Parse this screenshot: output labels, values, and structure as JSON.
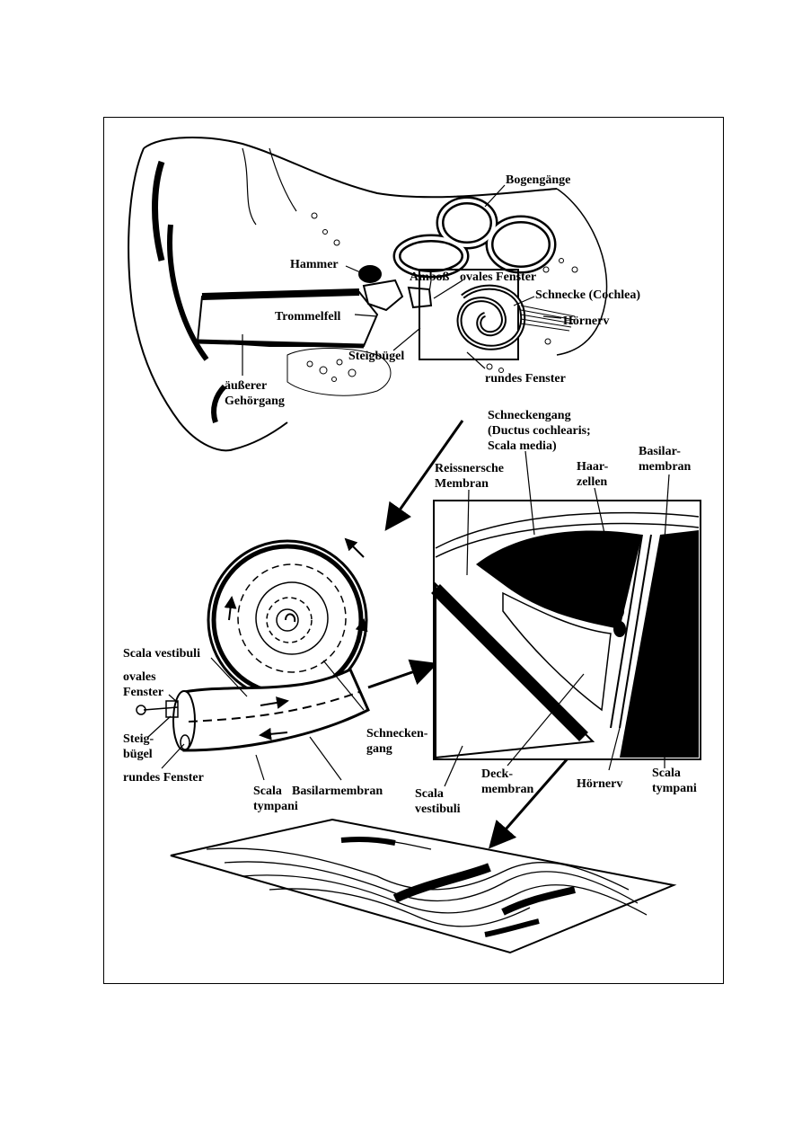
{
  "labels": {
    "bogengaenge": "Bogengänge",
    "hammer": "Hammer",
    "amboss": "Amboß",
    "ovales_fenster_top": "ovales Fenster",
    "schnecke": "Schnecke (Cochlea)",
    "trommelfell": "Trommelfell",
    "hoernerv_top": "Hörnerv",
    "steigbuegel_top": "Steigbügel",
    "aeusserer_1": "äußerer",
    "aeusserer_2": "Gehörgang",
    "rundes_fenster_top": "rundes Fenster",
    "schneckengang_1": "Schneckengang",
    "schneckengang_2": "(Ductus cochlearis;",
    "schneckengang_3": "Scala media)",
    "reissner_1": "Reissnersche",
    "reissner_2": "Membran",
    "haar_1": "Haar-",
    "haar_2": "zellen",
    "basilar_1": "Basilar-",
    "basilar_2": "membran",
    "scala_vestibuli_left": "Scala vestibuli",
    "ovales_fenster_1": "ovales",
    "ovales_fenster_2": "Fenster",
    "steig_1": "Steig-",
    "steig_2": "bügel",
    "rundes_fenster_bottom": "rundes Fenster",
    "scala_tympani_left_1": "Scala",
    "scala_tympani_left_2": "tympani",
    "basilarmembran_bottom": "Basilarmembran",
    "schneckengang_short_1": "Schnecken-",
    "schneckengang_short_2": "gang",
    "scala_vestibuli_right_1": "Scala",
    "scala_vestibuli_right_2": "vestibuli",
    "deck_1": "Deck-",
    "deck_2": "membran",
    "hoernerv_bottom": "Hörnerv",
    "scala_tympani_right_1": "Scala",
    "scala_tympani_right_2": "tympani"
  }
}
